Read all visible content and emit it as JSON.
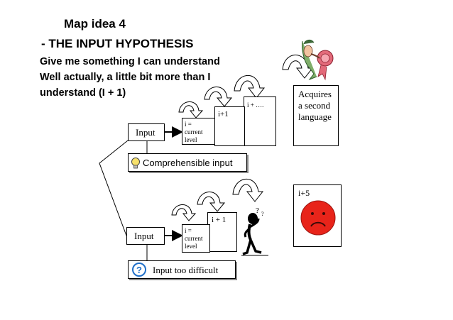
{
  "slide": {
    "title": "Map idea 4",
    "subtitle": "- THE INPUT HYPOTHESIS",
    "lines": [
      "Give me something I can understand",
      "Well actually, a little bit more than I",
      "understand (I + 1)"
    ]
  },
  "top_path": {
    "input_label": "Input",
    "level_box": [
      "i =",
      "current",
      "level"
    ],
    "next_box": "i+1",
    "further_box": "i + ….",
    "result_box": [
      "Acquires",
      "a second",
      "language"
    ],
    "callout": "Comprehensible input",
    "callout_icon": "lightbulb-icon"
  },
  "bottom_path": {
    "input_label": "Input",
    "level_box": [
      "i =",
      "current",
      "level"
    ],
    "next_box": "i + 1",
    "result_box": "i+5",
    "callout": "Input too difficult",
    "callout_icon": "question-icon",
    "confused_figure": "confused-person-icon",
    "sad_face": "sad-face-icon"
  },
  "colors": {
    "sad_face": "#e8241a",
    "callout_icon_blue": "#1f6fc9",
    "shadow": "#8a8a8a"
  }
}
